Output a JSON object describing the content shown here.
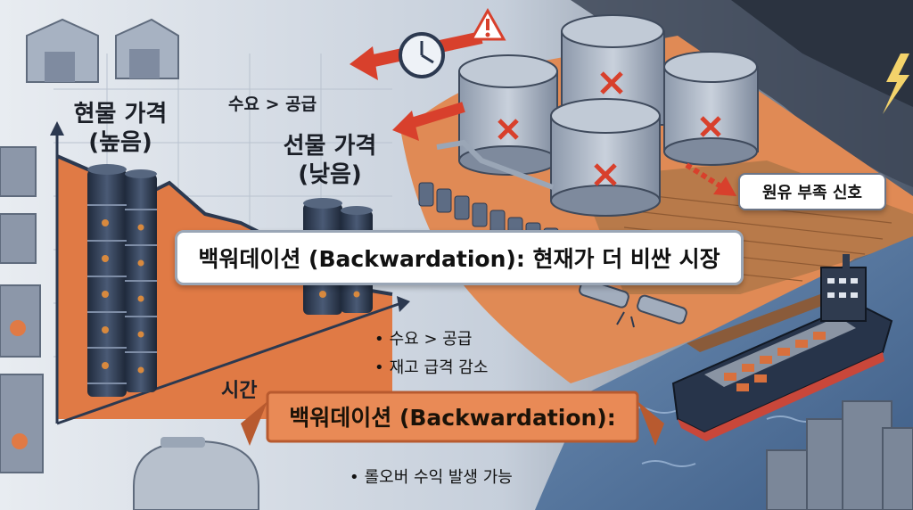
{
  "labels": {
    "spot_price": "현물 가격",
    "spot_price_note": "(높음)",
    "demand_supply_top": "수요 > 공급",
    "futures_price": "선물 가격",
    "futures_price_note": "(낮음)",
    "time_axis": "시간",
    "crude_shortage": "원유 부족 신호"
  },
  "main_banner": {
    "text": "백워데이션 (Backwardation): 현재가 더 비싼 시장"
  },
  "bullets_upper": [
    "수요 > 공급",
    "재고 급격 감소"
  ],
  "ribbon": {
    "text": "백워데이션 (Backwardation):"
  },
  "bullets_lower": [
    "롤오버 수익 발생 가능"
  ],
  "colors": {
    "orange": "#e07a45",
    "navy": "#2c3950",
    "tank_gray": "#a9b4c4",
    "warning_red": "#d8402c"
  }
}
